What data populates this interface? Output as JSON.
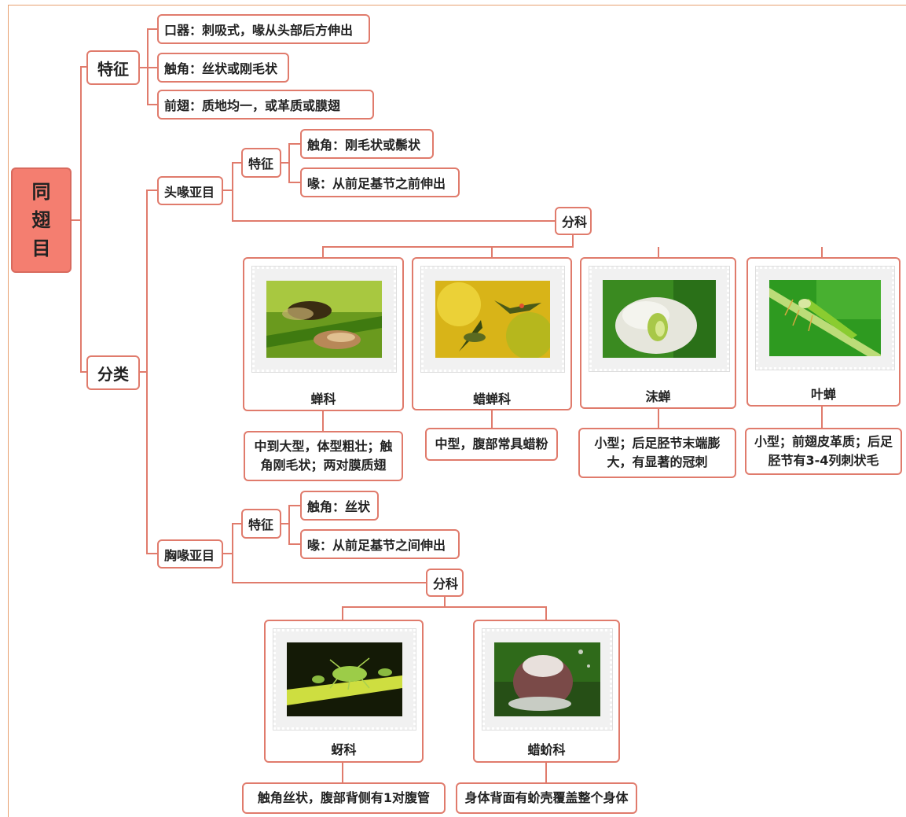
{
  "root": {
    "chars": [
      "同",
      "翅",
      "目"
    ]
  },
  "features": {
    "label": "特征",
    "items": [
      "口器：刺吸式，喙从头部后方伸出",
      "触角：丝状或刚毛状",
      "前翅：质地均一，或革质或膜翅"
    ]
  },
  "classification": {
    "label": "分类"
  },
  "auchenorrhyncha": {
    "label": "头喙亚目",
    "features_label": "特征",
    "features": [
      "触角：刚毛状或鬃状",
      "喙：从前足基节之前伸出"
    ],
    "families_label": "分科",
    "families": [
      {
        "name": "蝉科",
        "desc": "中到大型，体型粗壮；触角刚毛状；两对膜质翅"
      },
      {
        "name": "蜡蝉科",
        "desc": "中型，腹部常具蜡粉"
      },
      {
        "name": "沫蝉",
        "desc": "小型；后足胫节末端膨大，有显著的冠刺"
      },
      {
        "name": "叶蝉",
        "desc": "小型；前翅皮革质；后足胫节有3-4列刺状毛"
      }
    ]
  },
  "sternorrhyncha": {
    "label": "胸喙亚目",
    "features_label": "特征",
    "features": [
      "触角：丝状",
      "喙：从前足基节之间伸出"
    ],
    "families_label": "分科",
    "families": [
      {
        "name": "蚜科",
        "desc": "触角丝状，腹部背侧有1对腹管"
      },
      {
        "name": "蜡蚧科",
        "desc": "身体背面有蚧壳覆盖整个身体"
      }
    ]
  },
  "colors": {
    "line": "#e07b6c",
    "root_fill": "#f47e70",
    "frame": "#e8a070"
  }
}
